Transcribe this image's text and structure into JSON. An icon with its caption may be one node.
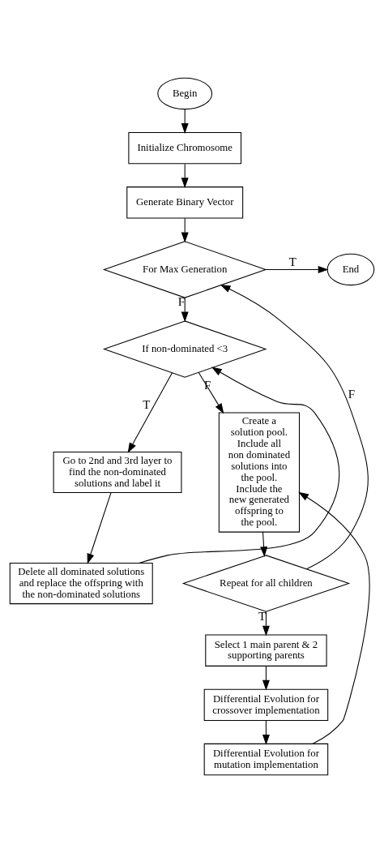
{
  "diagram": {
    "nodes": [
      {
        "text": [
          "Begin"
        ]
      },
      {
        "text": [
          "Initialize Chromosome"
        ]
      },
      {
        "text": [
          "Generate Binary Vector"
        ]
      },
      {
        "text": [
          "For Max Generation"
        ]
      },
      {
        "text": [
          "End"
        ]
      },
      {
        "text": [
          "If non-dominated <3"
        ]
      },
      {
        "text": [
          "Go to 2nd and 3rd layer to find the non-dominated solutions and label it"
        ]
      },
      {
        "text": [
          "Delete all dominated solutions and replace the offspring with the non-dominated solutions"
        ]
      },
      {
        "text": [
          "Create a solution pool. Include all non dominated solutions into the pool. Include the new generated offspring to the pool."
        ]
      },
      {
        "text": [
          "Repeat for all children"
        ]
      },
      {
        "text": [
          "Select 1 main parent & 2 supporting parents"
        ]
      },
      {
        "text": [
          "Differential Evolution for crossover implementation"
        ]
      },
      {
        "text": [
          "Differential Evolution for mutation implementation"
        ]
      }
    ],
    "edges": [
      {
        "from": 0,
        "to": 1,
        "arrow": "to"
      },
      {
        "from": 1,
        "to": 2,
        "arrow": "to"
      },
      {
        "from": 2,
        "to": 3,
        "arrow": "to"
      },
      {
        "from": 3,
        "to": 4,
        "arrow": "to",
        "label": "T"
      },
      {
        "from": 3,
        "to": 5,
        "arrow": "to",
        "label": "F"
      },
      {
        "from": 5,
        "to": 6,
        "arrow": "to",
        "label": "T"
      },
      {
        "from": 6,
        "to": 7,
        "arrow": "to"
      },
      {
        "from": 7,
        "to": 5,
        "arrow": "to"
      },
      {
        "from": 5,
        "to": 8,
        "arrow": "to",
        "label": "F"
      },
      {
        "from": 8,
        "to": 9,
        "arrow": "to"
      },
      {
        "from": 9,
        "to": 3,
        "arrow": "to",
        "label": "F"
      },
      {
        "from": 9,
        "to": 10,
        "arrow": "to",
        "label": "T"
      },
      {
        "from": 10,
        "to": 11,
        "arrow": "to"
      },
      {
        "from": 11,
        "to": 12,
        "arrow": "to"
      },
      {
        "from": 12,
        "to": 8,
        "arrow": "to"
      }
    ]
  }
}
